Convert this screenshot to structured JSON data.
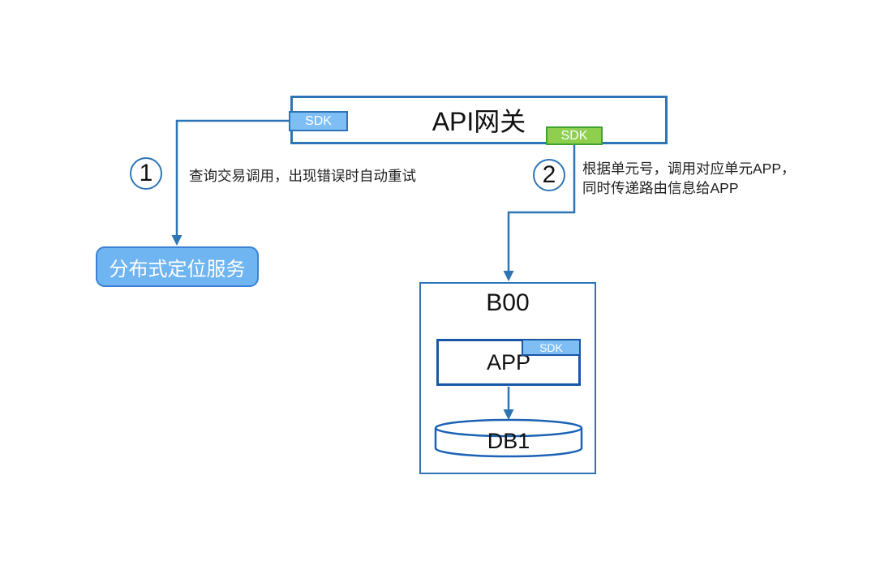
{
  "gateway": {
    "title": "API网关",
    "sdk_left_label": "SDK",
    "sdk_right_label": "SDK"
  },
  "steps": [
    {
      "number": "1",
      "text": "查询交易调用，出现错误时自动重试"
    },
    {
      "number": "2",
      "text_line1": "根据单元号，调用对应单元APP，",
      "text_line2": "同时传递路由信息给APP"
    }
  ],
  "location_service": {
    "label": "分布式定位服务"
  },
  "unit": {
    "title": "B00",
    "app": {
      "label": "APP",
      "sdk_label": "SDK"
    },
    "database": {
      "label": "DB1"
    }
  },
  "colors": {
    "arrow": "#2E75B6",
    "box_border": "#2E75B6",
    "dark_border": "#1757A6",
    "db_border": "#1B62B5",
    "sdk_blue_fill": "#7EBEF5",
    "sdk_green_fill": "#8ED04E",
    "sdk_green_border": "#3FA32F",
    "service_fill": "#6FB5F1",
    "white": "#FFFFFF"
  }
}
